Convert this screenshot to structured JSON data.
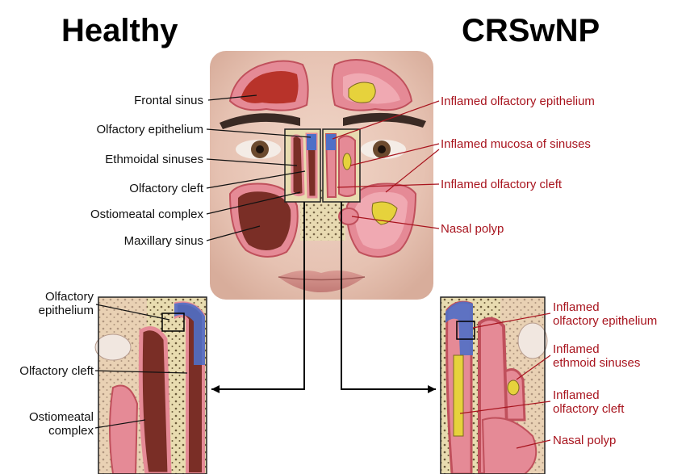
{
  "titles": {
    "healthy": "Healthy",
    "crswnp": "CRSwNP"
  },
  "healthy_labels": [
    "Frontal sinus",
    "Olfactory epithelium",
    "Ethmoidal sinuses",
    "Olfactory cleft",
    "Ostiomeatal complex",
    "Maxillary sinus"
  ],
  "crswnp_labels": [
    "Inflamed olfactory epithelium",
    "Inflamed mucosa of sinuses",
    "Inflamed olfactory cleft",
    "Nasal polyp"
  ],
  "healthy_inset_labels": [
    [
      "Olfactory",
      "epithelium"
    ],
    [
      "Olfactory cleft"
    ],
    [
      "Ostiomeatal",
      "complex"
    ]
  ],
  "crswnp_inset_labels": [
    [
      "Inflamed",
      "olfactory epithelium"
    ],
    [
      "Inflamed",
      "ethmoid sinuses"
    ],
    [
      "Inflamed",
      "olfactory cleft"
    ],
    [
      "Nasal polyp"
    ]
  ],
  "colors": {
    "healthy_text": "#111111",
    "inflamed_text": "#a8141e",
    "mucosa_pink": "#e58a96",
    "sinus_brown": "#7a2e26",
    "olfactory_blue": "#4f6fc7",
    "polyp_yellow": "#e6d23c",
    "skin": "#e9c8b8"
  }
}
